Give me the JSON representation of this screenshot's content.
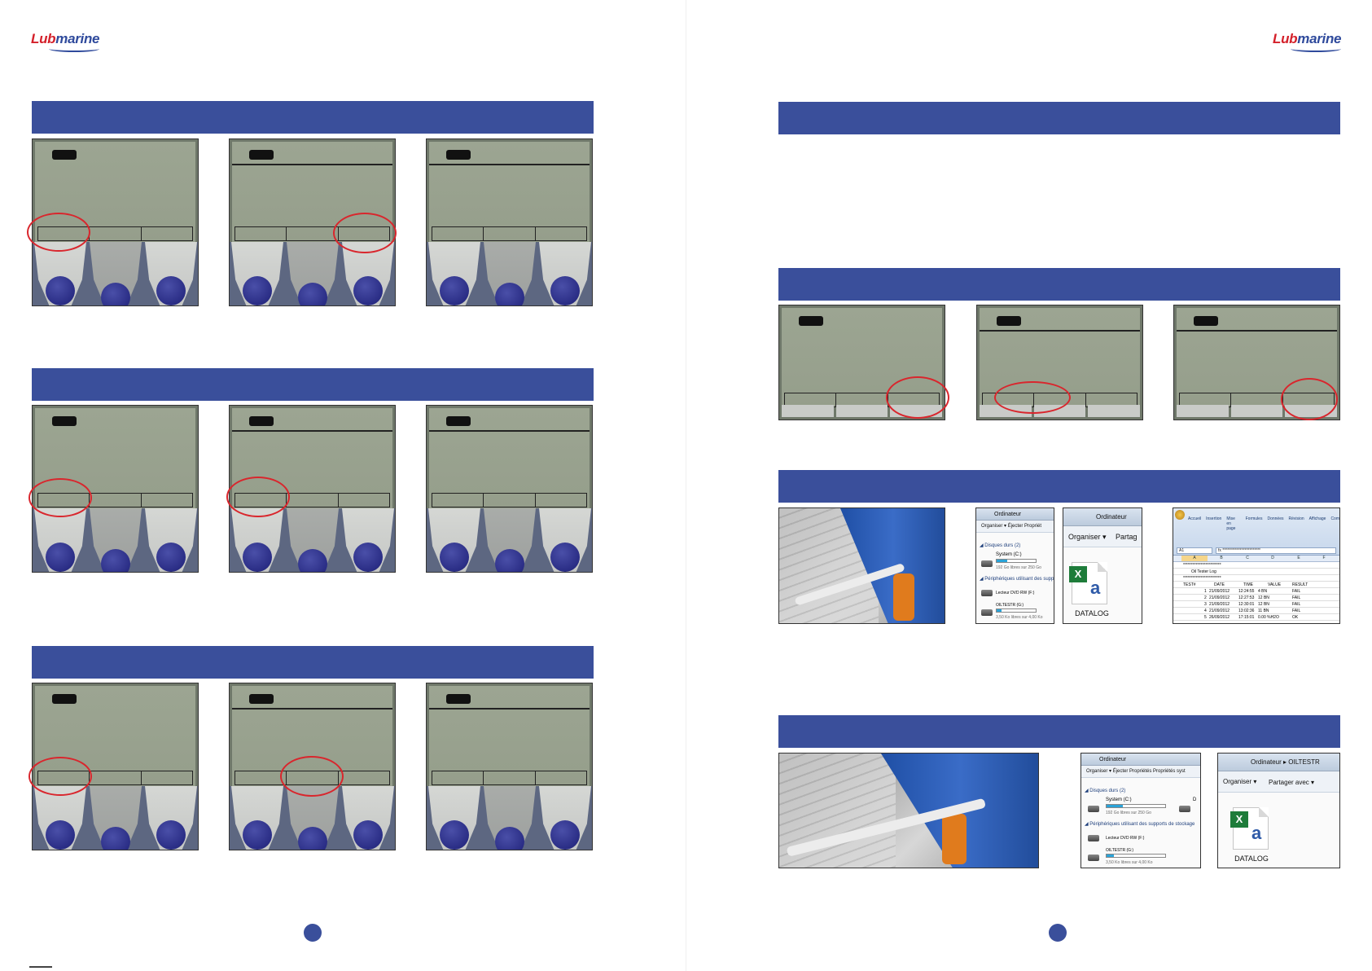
{
  "left_page": {
    "logo": {
      "part1": "Lub",
      "part2": "marine"
    }
  },
  "right_page": {
    "logo": {
      "part1": "Lub",
      "part2": "marine"
    }
  },
  "explorer": {
    "window_title_small": "Ordinateur",
    "window_title_large": "Ordinateur",
    "window_title_wide": "Ordinateur ▸ OILTESTR",
    "toolbar_small": "Organiser ▾   Éjecter   Propriét",
    "toolbar_wide": "Organiser ▾    Éjecter    Propriétés    Propriétés syst",
    "organiser": "Organiser ▾",
    "partager_short": "Partag",
    "partager": "Partager avec ▾",
    "hard_disks": "◢ Disques durs (2)",
    "system_drive": "System (C:)",
    "system_free": "192 Go libres sur 250 Go",
    "removable": "◢ Périphériques utilisant des supp",
    "removable_full": "◢ Périphériques utilisant des supports de stockage",
    "dvd": "Lecteur DVD RW (F:)",
    "usb_drive": "OILTESTR (G:)",
    "usb_free": "3,50 Ko libres sur 4,00 Ko",
    "d_label": "D"
  },
  "file": {
    "name": "DATALOG"
  },
  "excel_sheet": {
    "tabs": [
      "Accueil",
      "Insertion",
      "Mise en page",
      "Formules",
      "Données",
      "Révision",
      "Affichage",
      "Com"
    ],
    "name_box": "A1",
    "formula": "fx  ************************",
    "columns": [
      "A",
      "B",
      "C",
      "D",
      "E",
      "F"
    ],
    "title": "Oil Tester Log",
    "headers": [
      "TEST#",
      "DATE",
      "TIME",
      "VALUE",
      "RESULT"
    ],
    "rows": [
      [
        "1",
        "21/09/2012",
        "12:24:55",
        "4 BN",
        "FAIL"
      ],
      [
        "2",
        "21/09/2012",
        "12:27:53",
        "12 BN",
        "FAIL"
      ],
      [
        "3",
        "21/09/2012",
        "12:30:01",
        "12 BN",
        "FAIL"
      ],
      [
        "4",
        "21/09/2012",
        "13:02:36",
        "11 BN",
        "FAIL"
      ],
      [
        "5",
        "26/09/2012",
        "17:15:01",
        "0.00 %H2O",
        "OK"
      ]
    ]
  },
  "colors": {
    "section_bar": "#3a4f9b",
    "highlight_ring": "#d9262d",
    "brand_red": "#d4202a",
    "brand_blue": "#2f4a9c"
  }
}
